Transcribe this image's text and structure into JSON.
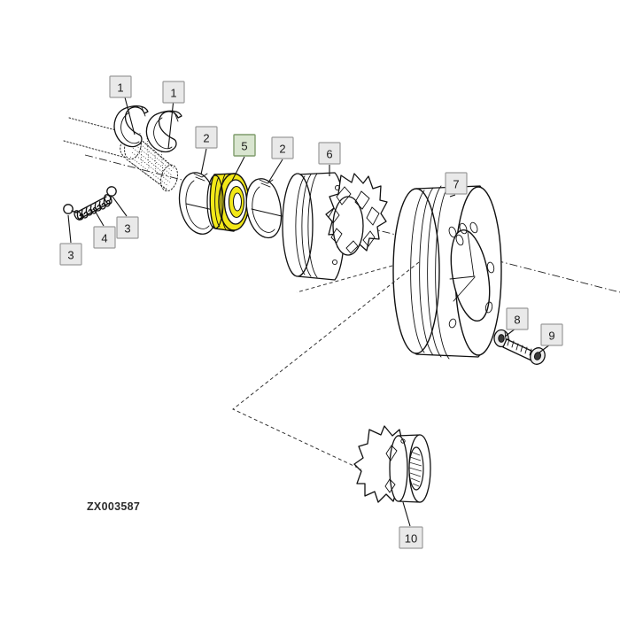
{
  "diagram": {
    "id_label": "ZX003587",
    "background_color": "#ffffff",
    "ink_color": "#111111",
    "highlight_color": "#f2e818",
    "highlight_box_fill": "#d9e5d0",
    "highlight_box_stroke": "#7f9c6c",
    "callout_box_fill": "#e9e9e9",
    "callout_box_stroke": "#9a9a9a"
  },
  "callouts": [
    {
      "key": "c1a",
      "label": "1",
      "highlighted": false,
      "part": "snap-ring-upper-left"
    },
    {
      "key": "c1b",
      "label": "1",
      "highlighted": false,
      "part": "snap-ring-upper-right"
    },
    {
      "key": "c2a",
      "label": "2",
      "highlighted": false,
      "part": "retaining-ring-left"
    },
    {
      "key": "c5",
      "label": "5",
      "highlighted": true,
      "part": "bearing"
    },
    {
      "key": "c2b",
      "label": "2",
      "highlighted": false,
      "part": "retaining-ring-right"
    },
    {
      "key": "c6",
      "label": "6",
      "highlighted": false,
      "part": "sprocket-pulley"
    },
    {
      "key": "c7",
      "label": "7",
      "highlighted": false,
      "part": "pulley"
    },
    {
      "key": "c3a",
      "label": "3",
      "highlighted": false,
      "part": "spring-hook-left"
    },
    {
      "key": "c4",
      "label": "4",
      "highlighted": false,
      "part": "spring"
    },
    {
      "key": "c3b",
      "label": "3",
      "highlighted": false,
      "part": "spring-hook-right"
    },
    {
      "key": "c8",
      "label": "8",
      "highlighted": false,
      "part": "washer"
    },
    {
      "key": "c9",
      "label": "9",
      "highlighted": false,
      "part": "bolt"
    },
    {
      "key": "c10",
      "label": "10",
      "highlighted": false,
      "part": "sprocket-alternate"
    }
  ]
}
